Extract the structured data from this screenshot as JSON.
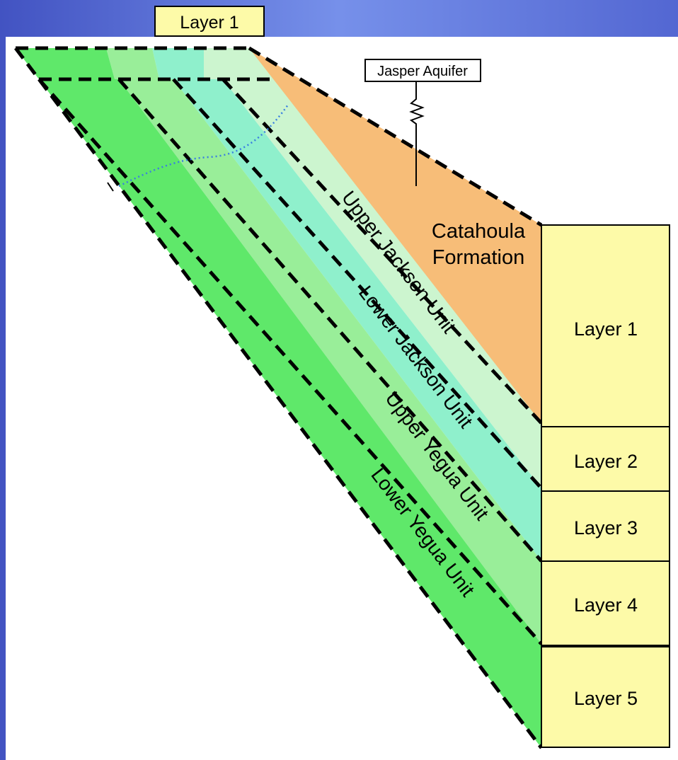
{
  "top_label": "Layer 1",
  "jasper_label": "Jasper Aquifer",
  "catahoula": {
    "line1": "Catahoula",
    "line2": "Formation"
  },
  "units": {
    "upper_jackson": "Upper Jackson Unit",
    "lower_jackson": "Lower Jackson Unit",
    "upper_yegua": "Upper Yegua Unit",
    "lower_yegua": "Lower Yegua Unit"
  },
  "layers": [
    "Layer 1",
    "Layer 2",
    "Layer 3",
    "Layer 4",
    "Layer 5"
  ],
  "colors": {
    "catahoula": "#f7bd78",
    "upper_jackson": "#ccf5cf",
    "lower_jackson": "#8ff0cc",
    "upper_yegua": "#99ee99",
    "lower_yegua": "#5fe86a",
    "layer_box": "#fdfaa8",
    "dotted_line": "#3a7fe0"
  }
}
